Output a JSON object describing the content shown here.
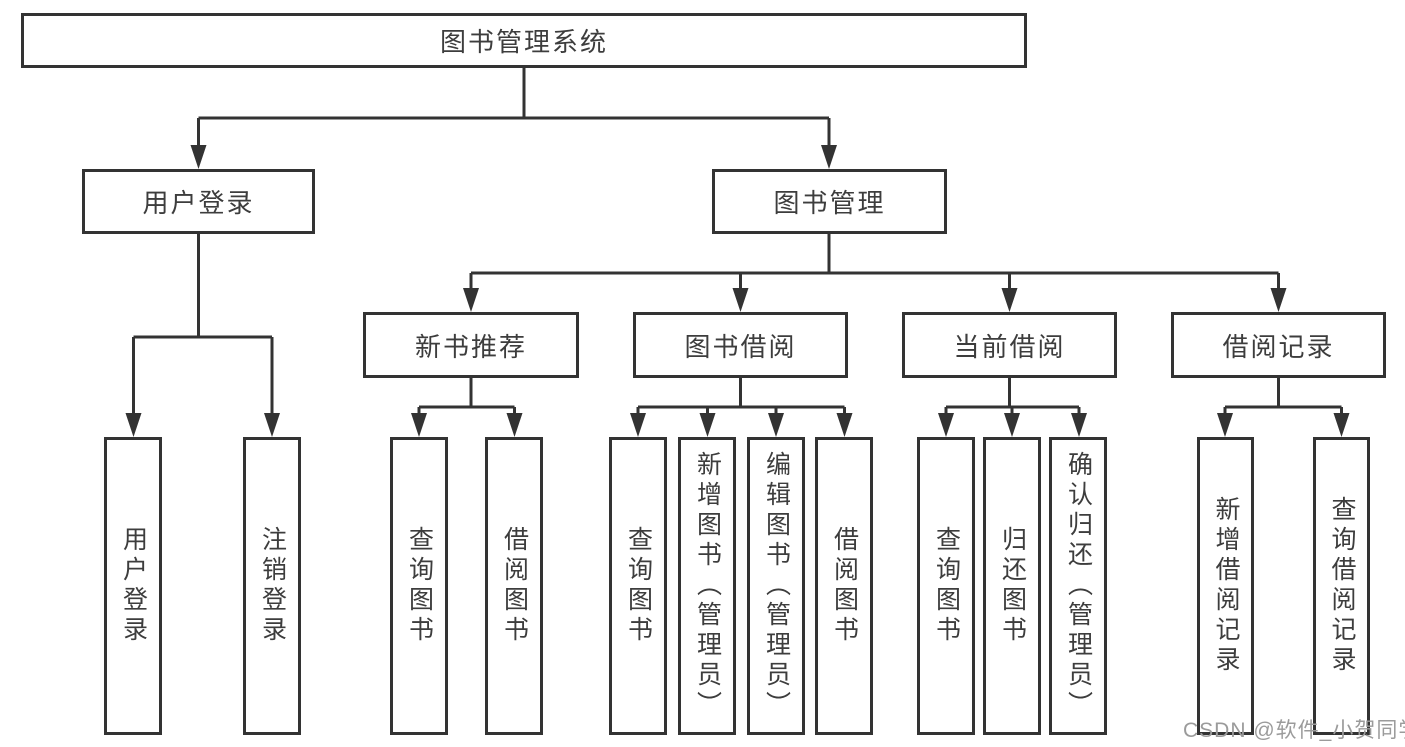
{
  "colors": {
    "background": "#ffffff",
    "line": "#333333",
    "box_border": "#333333",
    "text": "#3d3d3d",
    "watermark": "#9b9b9b"
  },
  "tree": {
    "label": "图书管理系统",
    "children": [
      {
        "label": "用户登录",
        "children": [
          {
            "label": "用户登录"
          },
          {
            "label": "注销登录"
          }
        ]
      },
      {
        "label": "图书管理",
        "children": [
          {
            "label": "新书推荐",
            "children": [
              {
                "label": "查询图书"
              },
              {
                "label": "借阅图书"
              }
            ]
          },
          {
            "label": "图书借阅",
            "children": [
              {
                "label": "查询图书"
              },
              {
                "label": "新增图书（管理员）"
              },
              {
                "label": "编辑图书（管理员）"
              },
              {
                "label": "借阅图书"
              }
            ]
          },
          {
            "label": "当前借阅",
            "children": [
              {
                "label": "查询图书"
              },
              {
                "label": "归还图书"
              },
              {
                "label": "确认归还（管理员）"
              }
            ]
          },
          {
            "label": "借阅记录",
            "children": [
              {
                "label": "新增借阅记录"
              },
              {
                "label": "查询借阅记录"
              }
            ]
          }
        ]
      }
    ]
  },
  "watermark": "CSDN @软件_小贺同学"
}
